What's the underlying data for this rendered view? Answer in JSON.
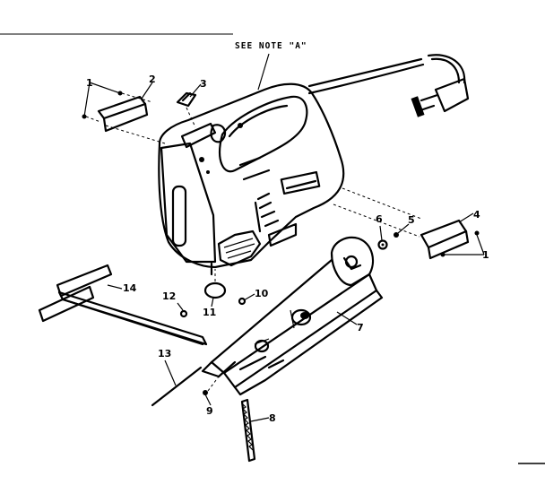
{
  "note": "SEE NOTE \"A\"",
  "callouts": {
    "c1a": "1",
    "c2": "2",
    "c3": "3",
    "c4": "4",
    "c5": "5",
    "c6": "6",
    "c1b": "1",
    "c7": "7",
    "c8": "8",
    "c9": "9",
    "c10": "10",
    "c11": "11",
    "c12": "12",
    "c13": "13",
    "c14": "14"
  }
}
